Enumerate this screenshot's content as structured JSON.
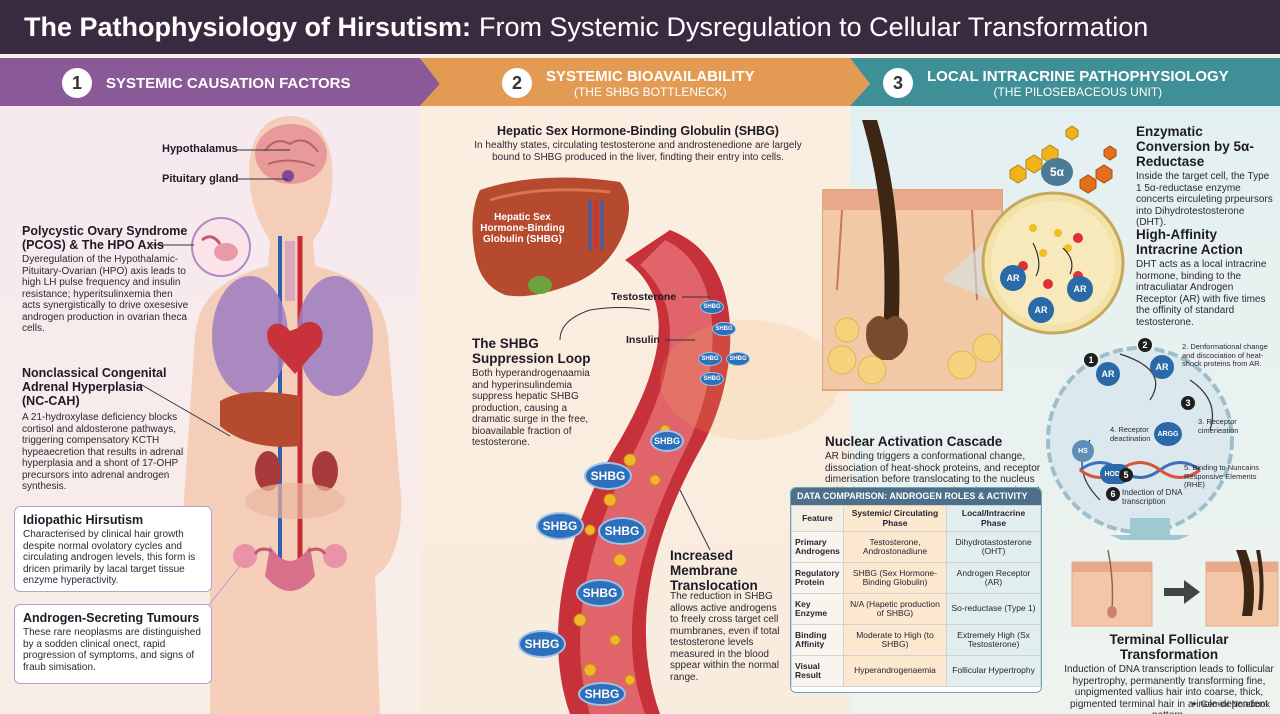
{
  "title": {
    "bold": "The Pathophysiology of Hirsutism:",
    "rest": "From Systemic Dysregulation to Cellular Transformation"
  },
  "sections": [
    {
      "num": "1",
      "title": "SYSTEMIC CAUSATION FACTORS",
      "subtitle": ""
    },
    {
      "num": "2",
      "title": "SYSTEMIC BIOAVAILABILITY",
      "subtitle": "(THE SHBG BOTTLENECK)"
    },
    {
      "num": "3",
      "title": "LOCAL INTRACRINE PATHOPHYSIOLOGY",
      "subtitle": "(THE PILOSEBACEOUS UNIT)"
    }
  ],
  "panel1": {
    "hypothalamus": "Hypothalamus",
    "pituitary": "Pituitary gland",
    "pcos": {
      "heading": "Polycystic Ovary Syndrome (PCOS) & The HPO Axis",
      "body": "Dyeregulation of the Hypothalamic-Pituitary-Ovarian (HPO) axis leads to high LH pulse frequency and insulin resistance; hyperitsulinxemia then acts synergistically to drive oxesesive androgen production in ovarian theca cells."
    },
    "ncah": {
      "heading": "Nonclassical Congenital Adrenal Hyperplasia (NC-CAH)",
      "body": "A 21-hydroxylase deficiency blocks cortisol and aldosterone pathways, triggering compensatory KCTH hypeaecretion that results in adrenal hyperplasia and a shont of 17-OHP precursors into adrenal androgen synthesis."
    },
    "idiopathic": {
      "heading": "Idiopathic Hirsutism",
      "body": "Characterised by clinical hair growth despite normal ovolatory cycles and circulating androgen levels, this form is dricen primarily by lacal target tissue enzyme hyperactivity."
    },
    "tumours": {
      "heading": "Androgen-Secreting Tumours",
      "body": "These rare neoplasms are distinguished by a sodden clinical onect, rapid progression of symptoms, and signs of fraub simisation."
    }
  },
  "panel2": {
    "hepatic": {
      "heading": "Hepatic Sex Hormone-Binding Globulin (SHBG)",
      "body": "In healthy states, circulating testosterone and androstenedione are largely bound to SHBG produced in the liver, findting their entry into cells."
    },
    "liver_label": "Hepatic Sex Hormone-Binding Globulin (SHBG)",
    "testosterone": "Testosterone",
    "insulin": "Insulin",
    "loop": {
      "heading": "The SHBG Suppression Loop",
      "body": "Both hyperandrogenaamia and hyperinsulindemia suppress hepatic SHBG production, causing a dramatic surge in the free, bioavailable fraction of testosterone."
    },
    "membrane": {
      "heading": "Increased Membrane Translocation",
      "body": "The reduction in SHBG allows active androgens to freely cross target cell mumbranes, even if total testosterone levels measured in the blood sppear within the normal range."
    },
    "shbg_label": "SHBG"
  },
  "panel3": {
    "enzymatic": {
      "heading": "Enzymatic Conversion by 5α-Reductase",
      "body": "Inside the target cell, the Type 1 5α-reductase enzyme concerts eirculeting prpeursors into Dihydrotestosterone (DHT)."
    },
    "five_alpha": "5α",
    "affinity": {
      "heading": "High-Affinity Intracrine Action",
      "body": "DHT acts as a local intracrine hormone, binding to the intraculiatar Androgen Receptor (AR) with five times the offinity of standard testosterone."
    },
    "ar_label": "AR",
    "nuclear": {
      "heading": "Nuclear Activation Cascade",
      "body": "AR binding triggers a conformational change, dissociation of heat-shock proteins, and receptor dimerisation before translocating to the nucleus to bind to Hormone-Responsive Elements (HRE) on the DNA."
    },
    "steps": [
      {
        "num": "1",
        "text": ""
      },
      {
        "num": "2",
        "text": "2. Denformational change and discociation of heat-shock proteins from AR."
      },
      {
        "num": "3",
        "text": "3. Receptor cimerieation"
      },
      {
        "num": "4",
        "text": "4. Receptor deactination"
      },
      {
        "num": "5",
        "text": "5. Binding to Nuncains Responsive Elements (RHE)"
      },
      {
        "num": "6",
        "text": "Indection of DNA transcription"
      }
    ],
    "node_labels": {
      "arg": "ARGG",
      "hs": "HS",
      "hodo": "HODO"
    },
    "terminal": {
      "heading": "Terminal Follicular Transformation",
      "body": "Induction of DNA transcription leads to follicular hypertrophy, permanently transforming fine, unpigmented vallius hair into coarse, thick, pigmented terminal hair in a inole-dependent pattern."
    }
  },
  "table": {
    "title": "DATA COMPARISON: ANDROGEN ROLES & ACTIVITY",
    "headers": [
      "Feature",
      "Systemic/ Circulating Phase",
      "Local/Intracrine Phase"
    ],
    "rows": [
      [
        "Primary Androgens",
        "Testosterone, Androstonadiune",
        "Dihydrotastosterone (OHT)"
      ],
      [
        "Regulatory Protein",
        "SHBG (Sex Hormone-Binding Globulin)",
        "Androgen Receptor (AR)"
      ],
      [
        "Key Enzyme",
        "N/A (Hapetic production of SHBG)",
        "So-reductase (Type 1)"
      ],
      [
        "Binding Affinity",
        "Moderate to High (to SHBG)",
        "Extremely High (Sx Testosterone)"
      ],
      [
        "Visual Result",
        "Hyperandrogenaemia",
        "Follicular Hypertrophy"
      ]
    ]
  },
  "watermark": "Gemini Notebook",
  "colors": {
    "title_bg": "#3a2a40",
    "sec1": "#8a5a98",
    "sec2": "#e39a52",
    "sec3": "#3f8f96",
    "vessel": "#c7323a",
    "shbg": "#2d6fb8",
    "liver": "#b64a2e"
  }
}
